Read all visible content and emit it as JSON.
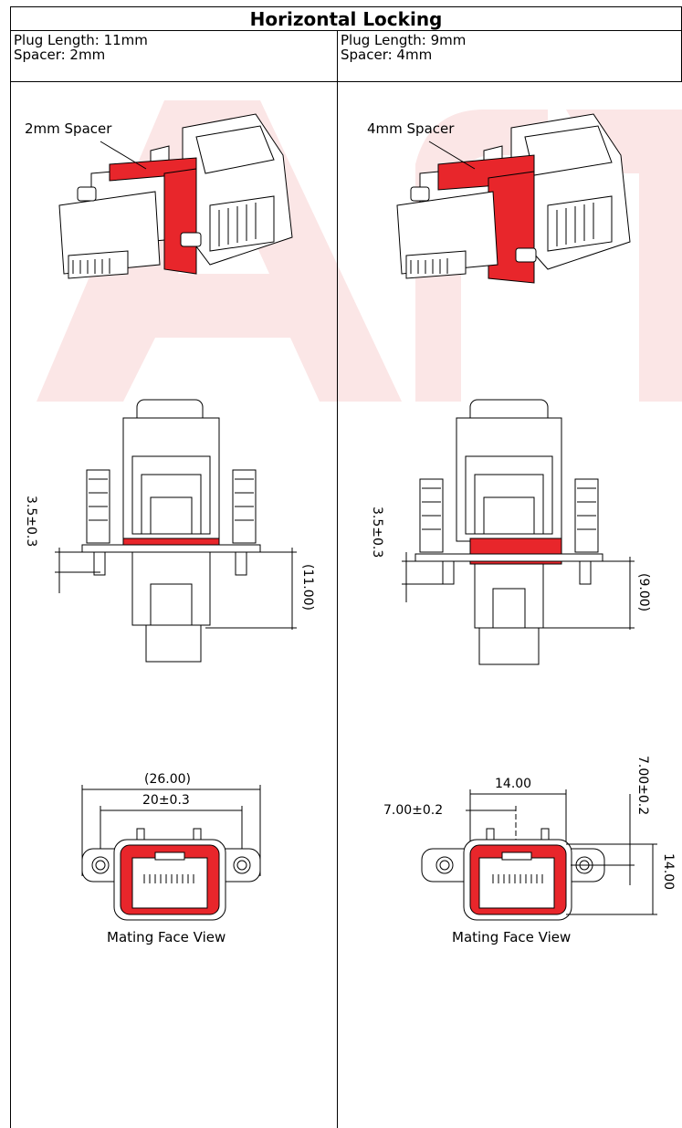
{
  "title": "Horizontal Locking",
  "left": {
    "plug_length": "Plug Length: 11mm",
    "spacer": "Spacer: 2mm",
    "iso_label": "2mm Spacer",
    "dim_gap": "3.5±0.3",
    "dim_plug": "(11.00)",
    "dim_overall": "(26.00)",
    "dim_pitch": "20±0.3",
    "face_label": "Mating Face View"
  },
  "right": {
    "plug_length": "Plug Length: 9mm",
    "spacer": "Spacer: 4mm",
    "iso_label": "4mm Spacer",
    "dim_gap": "3.5±0.3",
    "dim_plug": "(9.00)",
    "dim_width": "14.00",
    "dim_half": "7.00±0.2",
    "dim_vhalf": "7.00±0.2",
    "dim_height": "14.00",
    "face_label": "Mating Face View"
  },
  "colors": {
    "spacer_red": "#e8262b",
    "watermark": "#fbe6e6",
    "line": "#000000"
  }
}
